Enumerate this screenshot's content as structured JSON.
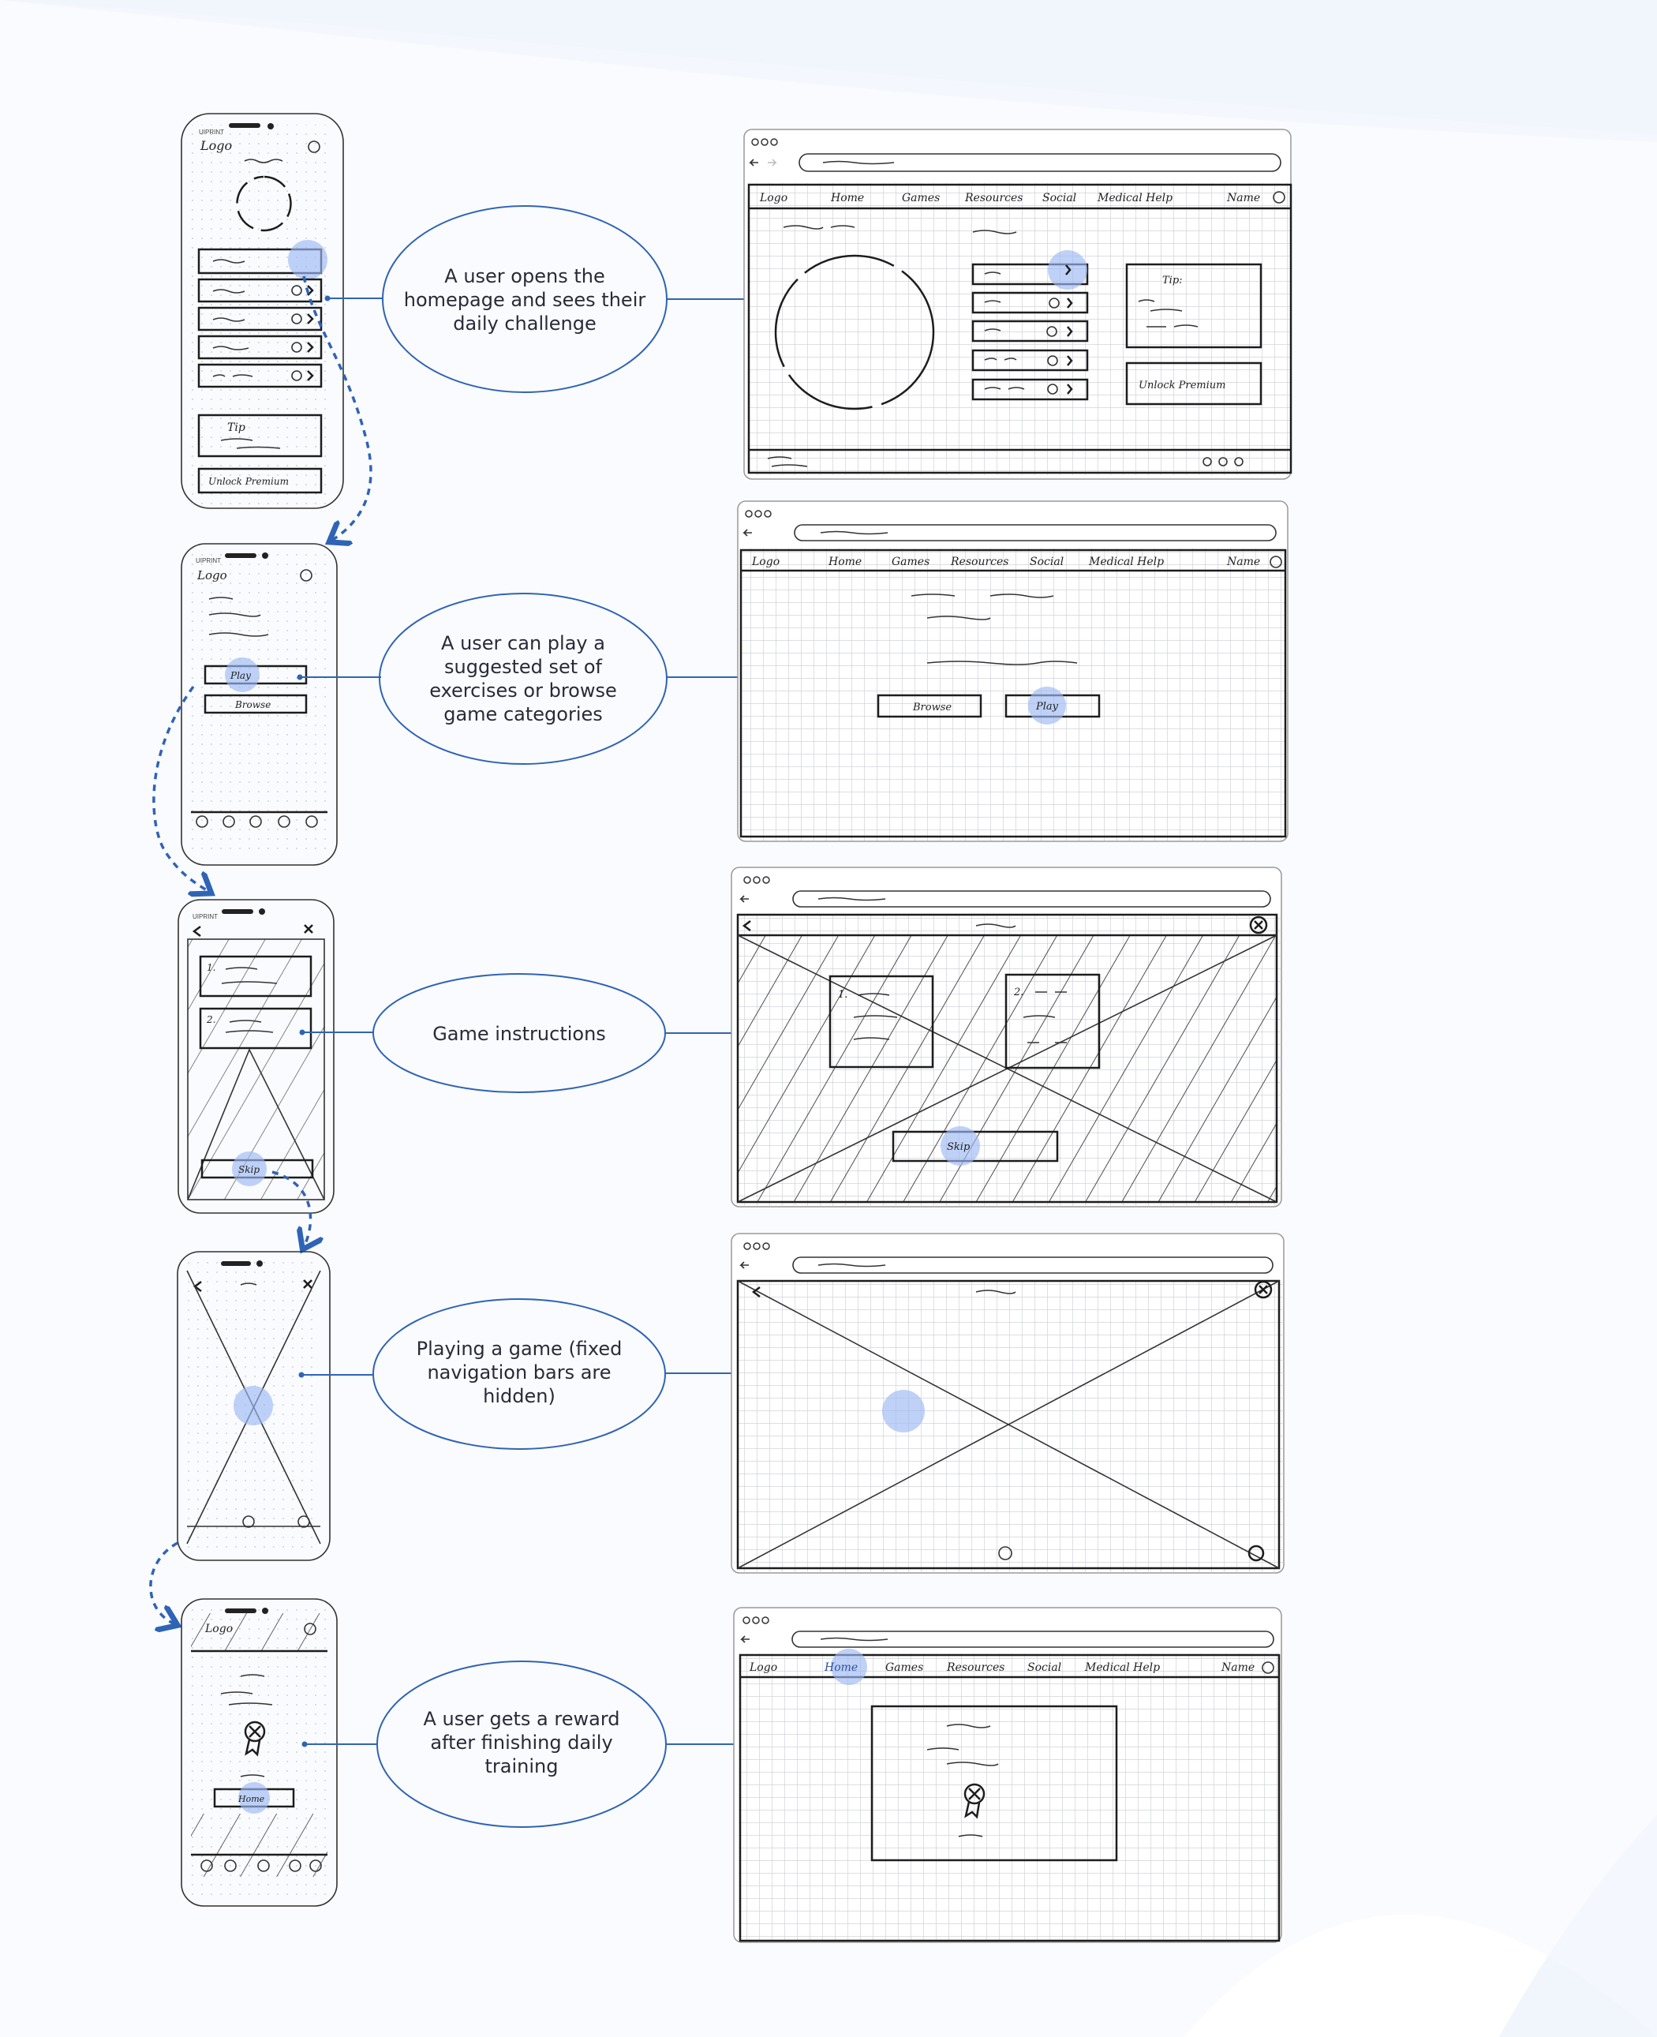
{
  "colors": {
    "accent": "#2f64b5",
    "tap_highlight": "#9db9f2",
    "background_wave": "#eef3fc"
  },
  "device": {
    "brand": "UIPRINT"
  },
  "nav": {
    "logo": "Logo",
    "items": [
      "Home",
      "Games",
      "Resources",
      "Social",
      "Medical Help"
    ],
    "name": "Name"
  },
  "steps": [
    {
      "caption": [
        "A user opens the",
        "homepage and sees their",
        "daily challenge"
      ]
    },
    {
      "caption": [
        "A user can play a",
        "suggested set of",
        "exercises or browse",
        "game categories"
      ]
    },
    {
      "caption": [
        "Game instructions"
      ]
    },
    {
      "caption": [
        "Playing a game (fixed",
        "navigation bars are",
        "hidden)"
      ]
    },
    {
      "caption": [
        "A user gets a reward",
        "after finishing daily",
        "training"
      ]
    }
  ],
  "home": {
    "tip": "Tip:",
    "tip_mobile": "Tip",
    "premium": "Unlock Premium"
  },
  "suggest": {
    "play": "Play",
    "browse": "Browse"
  },
  "instructions": {
    "step1": "1.",
    "step2": "2.",
    "skip": "Skip"
  },
  "reward": {
    "home_button": "Home"
  }
}
